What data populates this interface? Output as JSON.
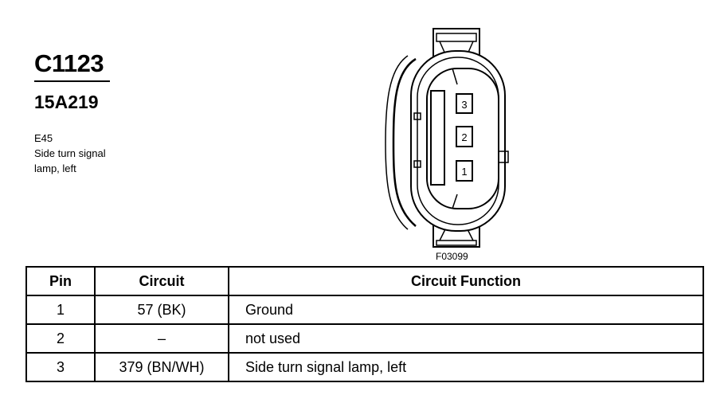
{
  "connector": {
    "id": "C1123",
    "part_number": "15A219",
    "desc_lines": [
      "E45",
      "Side turn signal",
      "lamp, left"
    ]
  },
  "diagram": {
    "figure_label": "F03099",
    "pin_labels": [
      "3",
      "2",
      "1"
    ]
  },
  "table": {
    "headers": [
      "Pin",
      "Circuit",
      "Circuit Function"
    ],
    "rows": [
      {
        "pin": "1",
        "circuit": "57 (BK)",
        "function": "Ground"
      },
      {
        "pin": "2",
        "circuit": "–",
        "function": "not used"
      },
      {
        "pin": "3",
        "circuit": "379 (BN/WH)",
        "function": "Side turn signal lamp, left"
      }
    ]
  }
}
